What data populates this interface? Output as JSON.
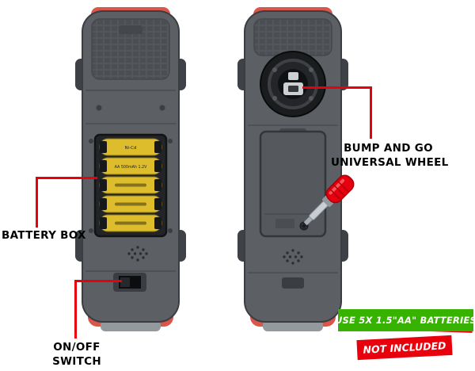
{
  "meta": {
    "description": "Toy bus underside parts diagram, two bottom views with callouts"
  },
  "callouts": {
    "battery_box": {
      "label": "BATTERY BOX"
    },
    "on_off_switch": {
      "line1": "ON/OFF",
      "line2": "SWITCH"
    },
    "universal_wheel": {
      "line1": "BUMP AND GO",
      "line2": "UNIVERSAL WHEEL"
    }
  },
  "badges": {
    "use_batteries": "USE 5X 1.5\"AA\" BATTERIES",
    "not_included": "NOT INCLUDED"
  },
  "batteries": {
    "count": 5,
    "label_1": "Ni-Cd",
    "label_2": "AA 500mAh 1.2V"
  },
  "colors": {
    "callout_red": "#e8000d",
    "badge_green": "#38b200",
    "badge_red": "#e8000d",
    "bus_body_gray": "#5c6065",
    "bus_trim_red": "#d9564b",
    "battery_yellow": "#debd2c",
    "screwdriver_handle_red": "#e6000f"
  }
}
